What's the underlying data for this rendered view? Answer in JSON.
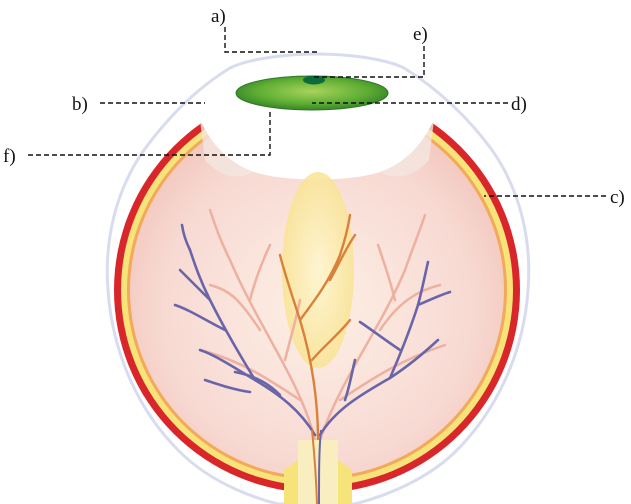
{
  "labels": {
    "a": "a)",
    "b": "b)",
    "c": "c)",
    "d": "d)",
    "e": "e)",
    "f": "f)"
  },
  "colors": {
    "sclera_outline": "#d8dcee",
    "choroid_red": "#d9262a",
    "retina_yellow": "#f6e37a",
    "vitreous_pink": "#f7dcd6",
    "iris_green": "#6fb83a",
    "pupil_green": "#0d6b3a",
    "cornea_white": "#ffffff",
    "lens_yellow": "#fbe9a0",
    "vein_blue": "#6a64a8",
    "artery_orange": "#d9803a",
    "vessel_pink": "#eeb0a0",
    "optic_nerve": "#f8eec0",
    "leader_line": "#111111"
  },
  "icons": {
    "main": "eye-cross-section-icon"
  }
}
